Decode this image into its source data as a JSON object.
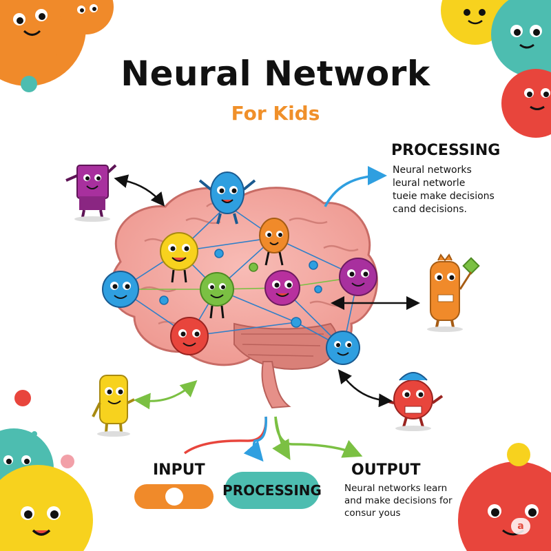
{
  "header": {
    "title": "Neural Network",
    "subtitle": "For Kids"
  },
  "processing_panel": {
    "heading": "PROCESSING",
    "lines": [
      "Neural networks",
      "leural networle",
      "tueie make decisions",
      "cand decisions."
    ]
  },
  "bottom": {
    "input_label": "INPUT",
    "processing_label": "PROCESSING",
    "output_label": "OUTPUT",
    "output_lines": [
      "Neural networks learn",
      "and make decisions for",
      "consur yous"
    ]
  },
  "watermark": "a",
  "colors": {
    "orange": "#f08a2a",
    "teal": "#4dbdb0",
    "red": "#e8453c",
    "yellow": "#f7d21e",
    "blue": "#2f9fe0",
    "green": "#7bc043",
    "purple": "#a8309e",
    "brain_pink": "#f3a9a3"
  },
  "icons": [
    "neuron-character",
    "robot-character",
    "brain",
    "double-arrow",
    "curved-arrow"
  ]
}
